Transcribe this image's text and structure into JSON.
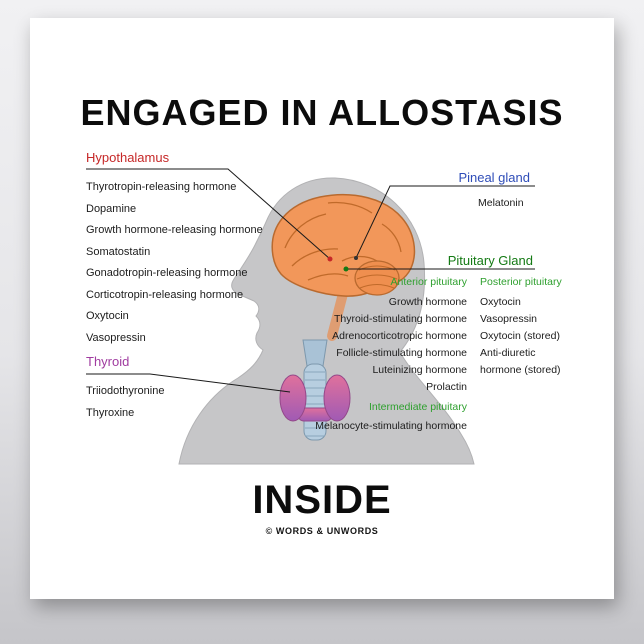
{
  "title": "ENGAGED IN ALLOSTASIS",
  "subtitle": "INSIDE",
  "credit": "© WORDS & UNWORDS",
  "colors": {
    "hypothalamus": "#c62828",
    "thyroid": "#a03ca0",
    "pineal": "#2f4db8",
    "pituitary": "#147a14",
    "pituitary_sub": "#2fa02f",
    "body_text": "#1c1c1c",
    "brain": "#f2975a",
    "head_silhouette": "#c6c6c8",
    "thyroid_gland": "#cf6fb5"
  },
  "illustration": {
    "head": "human-head-profile-silhouette",
    "brain": "brain-with-cerebellum-and-brainstem",
    "thyroid": "thyroid-gland-with-trachea"
  },
  "sections": {
    "hypothalamus": {
      "label": "Hypothalamus",
      "items": [
        "Thyrotropin-releasing hormone",
        "Dopamine",
        "Growth hormone-releasing hormone",
        "Somatostatin",
        "Gonadotropin-releasing hormone",
        "Corticotropin-releasing hormone",
        "Oxytocin",
        "Vasopressin"
      ]
    },
    "thyroid": {
      "label": "Thyroid",
      "items": [
        "Triiodothyronine",
        "Thyroxine"
      ]
    },
    "pineal": {
      "label": "Pineal gland",
      "items": [
        "Melatonin"
      ]
    },
    "pituitary": {
      "label": "Pituitary Gland",
      "anterior": {
        "label": "Anterior pituitary",
        "items": [
          "Growth hormone",
          "Thyroid-stimulating hormone",
          "Adrenocorticotropic hormone",
          "Follicle-stimulating hormone",
          "Luteinizing hormone",
          "Prolactin"
        ]
      },
      "posterior": {
        "label": "Posterior pituitary",
        "items": [
          "Oxytocin",
          "Vasopressin",
          "Oxytocin (stored)",
          "Anti-diuretic hormone (stored)"
        ]
      },
      "intermediate": {
        "label": "Intermediate pituitary",
        "items": [
          "Melanocyte-stimulating hormone"
        ]
      }
    }
  }
}
